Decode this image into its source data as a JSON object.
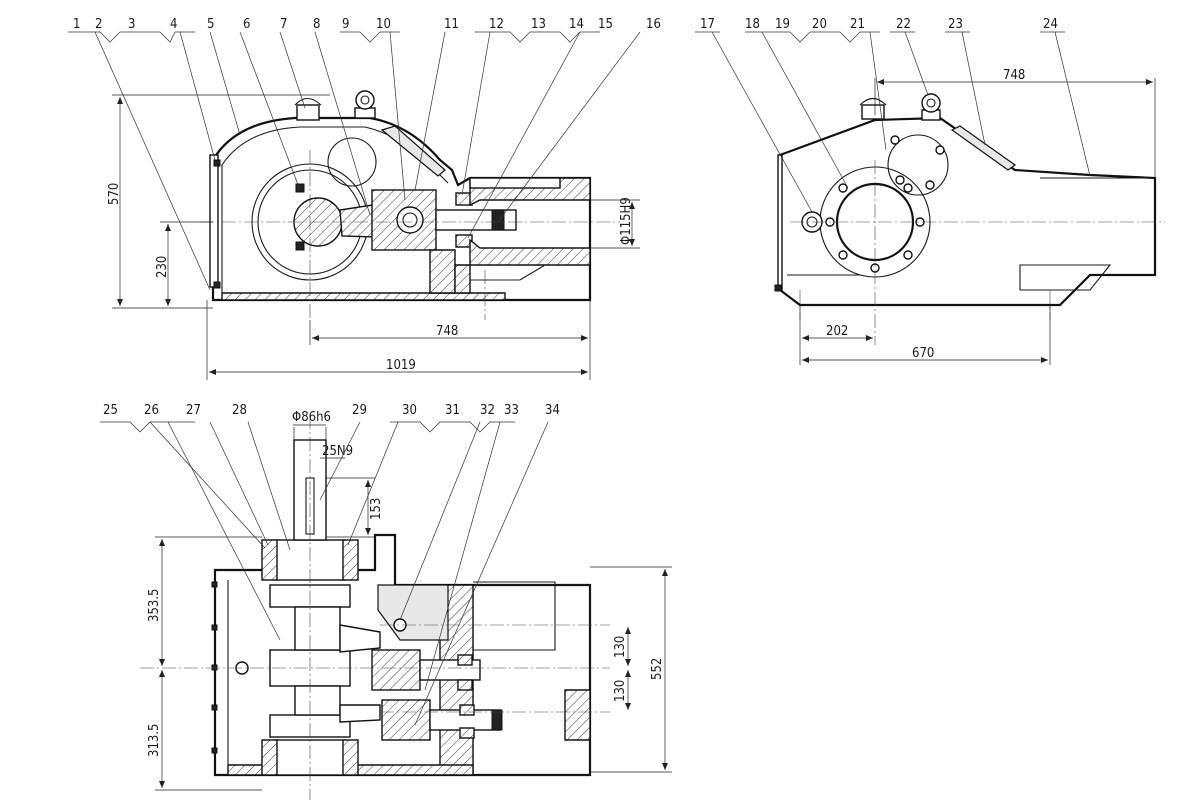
{
  "parts": [
    "1",
    "2",
    "3",
    "4",
    "5",
    "6",
    "7",
    "8",
    "9",
    "10",
    "11",
    "12",
    "13",
    "14",
    "15",
    "16",
    "17",
    "18",
    "19",
    "20",
    "21",
    "22",
    "23",
    "24",
    "25",
    "26",
    "27",
    "28",
    "29",
    "30",
    "31",
    "32",
    "33",
    "34"
  ],
  "dimensions": {
    "front_height": "570",
    "front_axis_height": "230",
    "front_center_distance": "748",
    "front_overall_length": "1019",
    "bore": "Φ115H9",
    "side_length": "748",
    "side_offset": "202",
    "side_foot_span": "670",
    "shaft_diameter": "Φ86h6",
    "key_width": "25N9",
    "shaft_extension": "153",
    "upper_offset": "353.5",
    "lower_offset": "313.5",
    "crank_offset_upper": "130",
    "crank_offset_lower": "130",
    "total_width": "552"
  }
}
